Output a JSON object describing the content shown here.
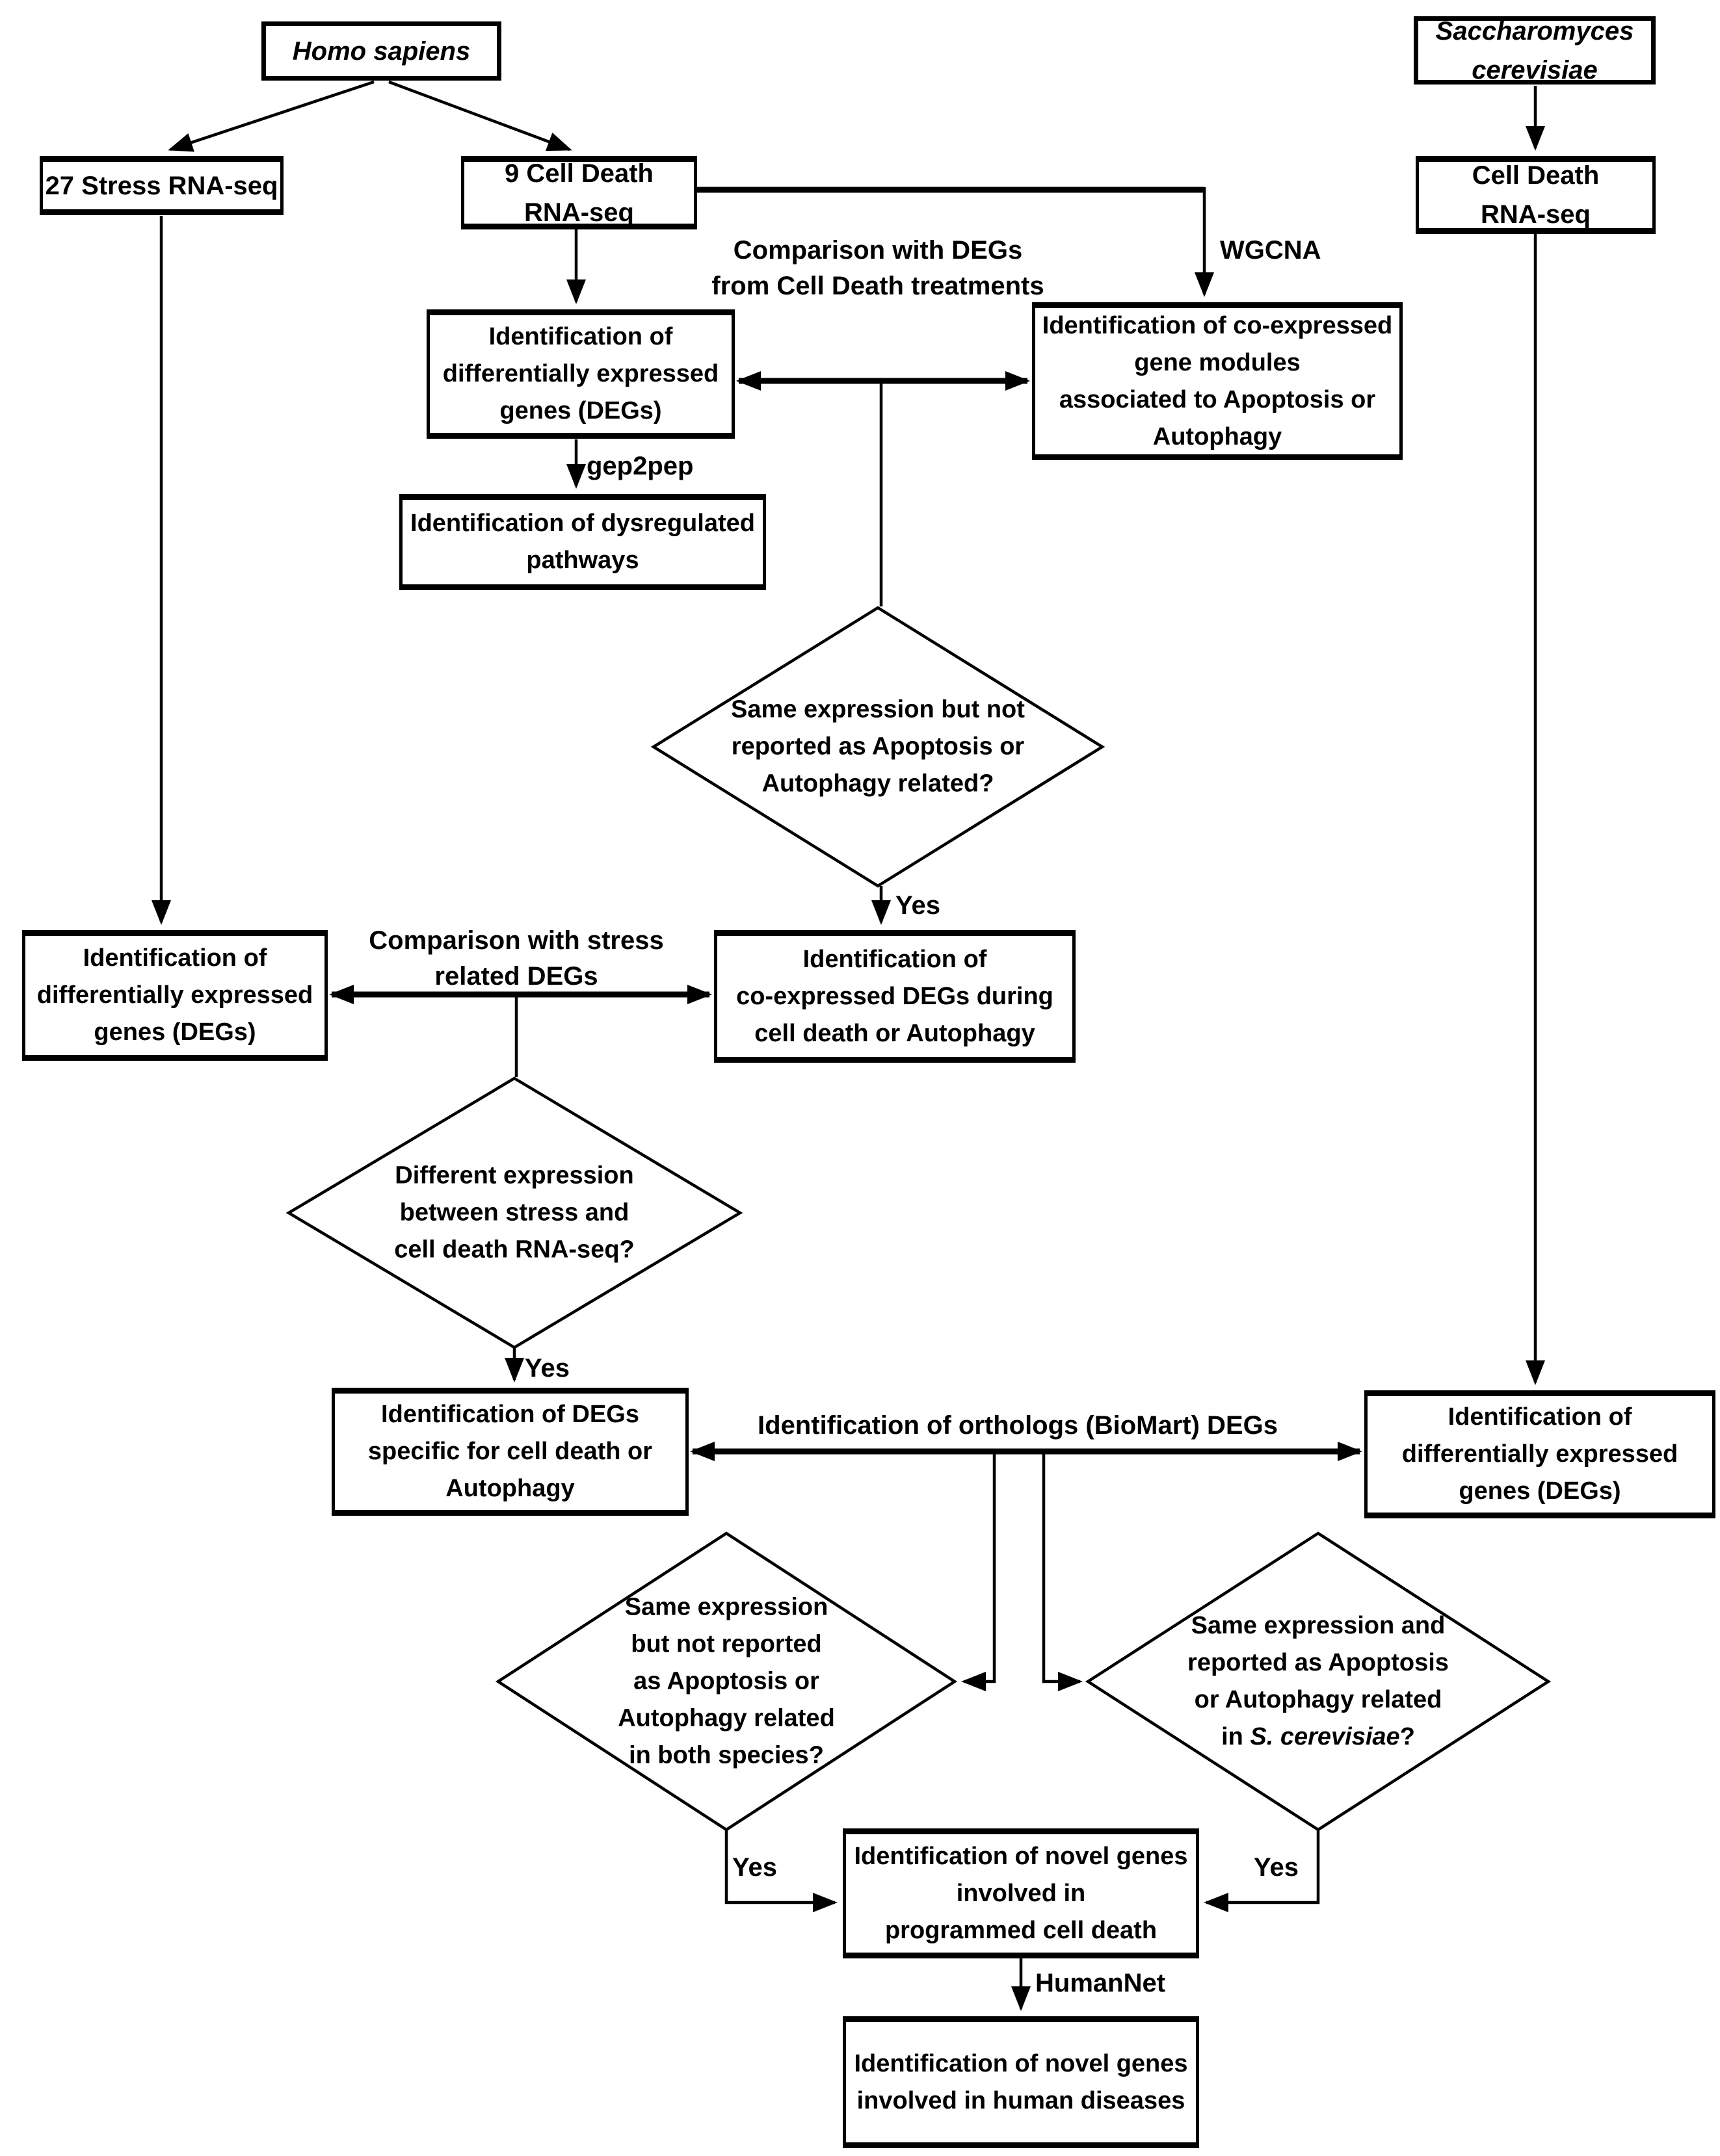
{
  "figure": {
    "background_color": "#ffffff",
    "line_color": "#000000",
    "left_branch_species": "Homo sapiens",
    "right_branch_species": "Saccharomyces cerevisiae"
  },
  "boxes": {
    "homo_sapiens": {
      "label": "Homo sapiens"
    },
    "saccharomyces": {
      "lines": [
        "Saccharomyces",
        "cerevisiae"
      ]
    },
    "stress_rnaseq": {
      "label": "27 Stress RNA-seq"
    },
    "cell_death_rnaseq_human": {
      "lines": [
        "9 Cell Death",
        "RNA-seq"
      ]
    },
    "cell_death_rnaseq_yeast": {
      "lines": [
        "Cell Death",
        "RNA-seq"
      ]
    },
    "degs_cell_death": {
      "lines": [
        "Identification of",
        "differentially expressed",
        "genes (DEGs)"
      ]
    },
    "coexpressed_modules": {
      "lines": [
        "Identification of co-expressed",
        "gene modules",
        "associated to Apoptosis or",
        "Autophagy"
      ]
    },
    "dysregulated_pathways": {
      "lines": [
        "Identification of dysregulated",
        "pathways"
      ]
    },
    "degs_stress": {
      "lines": [
        "Identification of",
        "differentially expressed",
        "genes (DEGs)"
      ]
    },
    "coexpressed_degs": {
      "lines": [
        "Identification of",
        "co-expressed DEGs during",
        "cell death or Autophagy"
      ]
    },
    "degs_specific": {
      "lines": [
        "Identification of DEGs",
        "specific for cell death or",
        "Autophagy"
      ]
    },
    "degs_yeast": {
      "lines": [
        "Identification of",
        "differentially expressed",
        "genes (DEGs)"
      ]
    },
    "novel_genes_pcd": {
      "lines": [
        "Identification of novel genes",
        "involved in",
        "programmed cell death"
      ]
    },
    "novel_genes_disease": {
      "lines": [
        "Identification of novel genes",
        "involved in human diseases"
      ]
    }
  },
  "diamonds": {
    "same_expression_not_reported": {
      "lines": [
        "Same expression but not",
        "reported as Apoptosis or",
        "Autophagy related?"
      ]
    },
    "different_expression": {
      "lines": [
        "Different expression",
        "between stress and",
        "cell death RNA-seq?"
      ]
    },
    "not_reported_both_species": {
      "lines": [
        "Same expression",
        "but not reported",
        "as Apoptosis or",
        "Autophagy related",
        "in both species?"
      ]
    },
    "reported_in_yeast": {
      "lines": [
        "Same expression and",
        "reported as Apoptosis",
        "or Autophagy related"
      ],
      "last_prefix": "in ",
      "last_italic": "S. cerevisiae",
      "last_suffix": "?"
    }
  },
  "labels": {
    "comparison_cell_death": {
      "lines": [
        "Comparison with DEGs",
        "from Cell Death treatments"
      ]
    },
    "wgcna": "WGCNA",
    "gep2pep": "gep2pep",
    "comparison_stress": {
      "lines": [
        "Comparison with stress",
        "related DEGs"
      ]
    },
    "orthologs": "Identification of orthologs (BioMart) DEGs",
    "humannet": "HumanNet",
    "yes_1": "Yes",
    "yes_2": "Yes",
    "yes_3": "Yes",
    "yes_4": "Yes"
  }
}
